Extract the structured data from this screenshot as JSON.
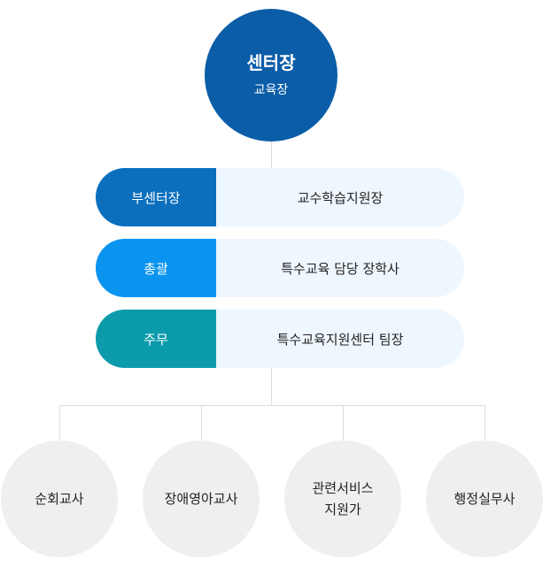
{
  "director": {
    "title": "센터장",
    "subtitle": "교육장"
  },
  "roles": [
    {
      "label": "부센터장",
      "value": "교수학습지원장",
      "color": "#0b6fbe"
    },
    {
      "label": "총괄",
      "value": "특수교육 담당 장학사",
      "color": "#0a94f0"
    },
    {
      "label": "주무",
      "value": "특수교육지원센터 팀장",
      "color": "#0c9bab"
    }
  ],
  "staff": [
    {
      "line1": "순회교사",
      "line2": ""
    },
    {
      "line1": "장애영아교사",
      "line2": ""
    },
    {
      "line1": "관련서비스",
      "line2": "지원가"
    },
    {
      "line1": "행정실무사",
      "line2": ""
    }
  ],
  "colors": {
    "director_bg": "#0b5da8",
    "role_value_bg": "#eef6fe",
    "staff_bg": "#efefef",
    "connector": "#dcdcdc"
  }
}
